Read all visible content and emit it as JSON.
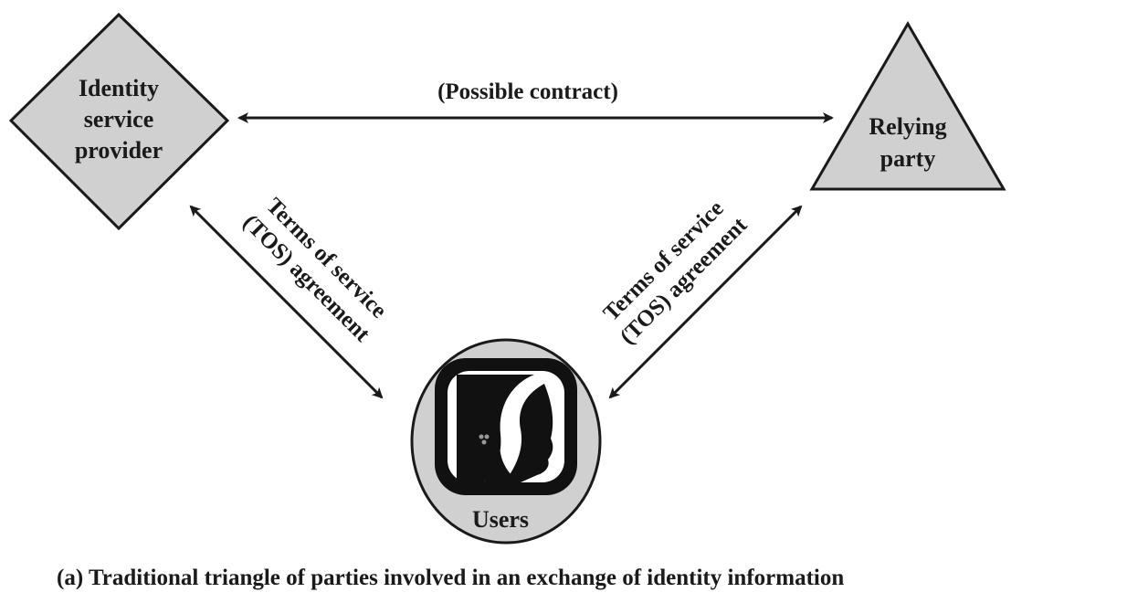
{
  "nodes": {
    "identity_provider": {
      "lines": [
        "Identity",
        "service",
        "provider"
      ]
    },
    "relying_party": {
      "lines": [
        "Relying",
        "party"
      ]
    },
    "users": {
      "label": "Users"
    }
  },
  "edges": {
    "possible_contract": {
      "label": "(Possible contract)"
    },
    "idp_users_tos": {
      "lines": [
        "Terms of service",
        "(TOS) agreement"
      ]
    },
    "rp_users_tos": {
      "lines": [
        "Terms of service",
        "(TOS) agreement"
      ]
    }
  },
  "caption": "(a) Traditional triangle of parties involved in an exchange of identity information",
  "colors": {
    "shape_fill": "#d0d0d0",
    "stroke": "#1a1a1a",
    "icon_dark": "#111111"
  }
}
